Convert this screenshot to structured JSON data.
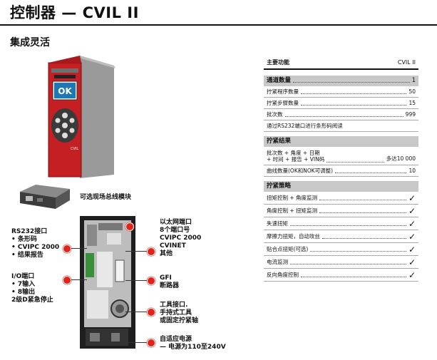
{
  "header": {
    "title": "控制器 — CVIL II",
    "subtitle": "集成灵活"
  },
  "colors": {
    "accent": "#e2231a",
    "section_bg": "#c8c8c8",
    "device_red": "#c41f22"
  },
  "device": {
    "screen_text": "OK",
    "brand": "CVIL"
  },
  "callouts": {
    "fieldbus": "可选现场总线模块",
    "rs232": [
      "RS232接口",
      "• 条形码",
      "• CVIPC 2000",
      "• 结果报告"
    ],
    "io": [
      "I/O端口",
      "• 7输入",
      "• 8输出",
      "2级D紧急停止"
    ],
    "ethernet": [
      "以太网端口",
      "8个端口号",
      "CVIPC 2000",
      "CVINET",
      "其他"
    ],
    "gfi": [
      "GFI",
      "断路器"
    ],
    "tool": [
      "工具接口.",
      "手持式工具",
      "或固定拧紧轴"
    ],
    "power": [
      "自适应电源",
      "— 电源为110至240V"
    ]
  },
  "table": {
    "header_label": "主要功能",
    "header_value": "CVIL II",
    "sections": [
      {
        "title": "通道数量",
        "value": "1"
      },
      {
        "title": "拧紧结果"
      },
      {
        "title": "拧紧策略"
      }
    ],
    "rows_main": [
      {
        "label": "拧紧程序数量",
        "value": "50"
      },
      {
        "label": "拧紧步骤数量",
        "value": "15"
      },
      {
        "label": "批次数",
        "value": "999"
      },
      {
        "label": "通过RS232端口进行条形码阅读",
        "value": ""
      }
    ],
    "rows_results": [
      {
        "label": "批次数 + 角度 + 日期",
        "label2": "+ 时间 + 报告 + VIN码",
        "value": "多达10 000"
      },
      {
        "label": "曲线数量(OK和NOK可调整)",
        "value": "10"
      }
    ],
    "rows_strategy": [
      {
        "label": "扭矩控制 + 角度监测",
        "value": "✓"
      },
      {
        "label": "角度控制 + 扭矩监测",
        "value": "✓"
      },
      {
        "label": "失速扭矩",
        "value": "✓"
      },
      {
        "label": "摩擦力扭矩，自动攻丝",
        "value": "✓"
      },
      {
        "label": "贴合点扭矩(可选)",
        "value": "✓"
      },
      {
        "label": "电流监测",
        "value": "✓"
      },
      {
        "label": "反向角度控制",
        "value": "✓"
      }
    ]
  }
}
